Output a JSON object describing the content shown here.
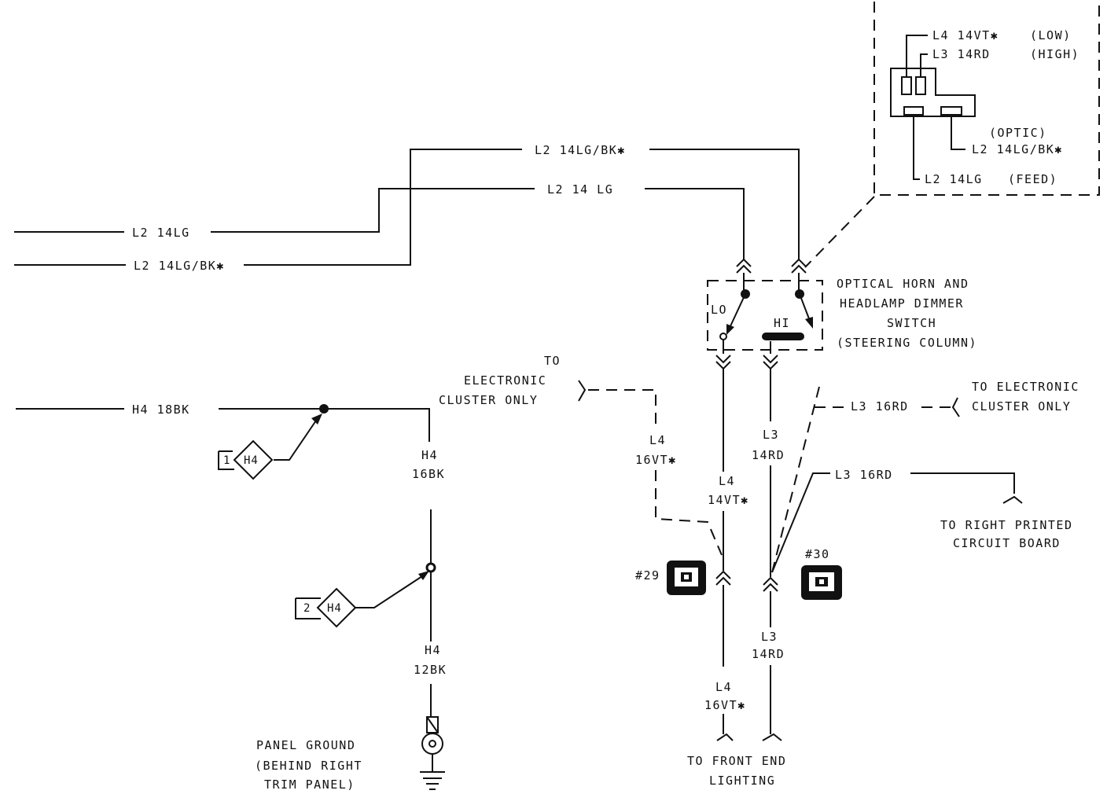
{
  "inset": {
    "pin_l4": "L4 14VT✱",
    "pin_l4_note": "(LOW)",
    "pin_l3": "L3 14RD",
    "pin_l3_note": "(HIGH)",
    "pin_optic_note": "(OPTIC)",
    "pin_l2bk": "L2 14LG/BK✱",
    "pin_l2": "L2 14LG",
    "pin_l2_note": "(FEED)"
  },
  "wires": {
    "top_l2bk": "L2 14LG/BK✱",
    "top_l2": "L2 14 LG",
    "left_l2": "L2 14LG",
    "left_l2bk": "L2 14LG/BK✱",
    "h4_18bk": "H4 18BK",
    "h4_16bk_a": "H4",
    "h4_16bk_b": "16BK",
    "h4_12bk_a": "H4",
    "h4_12bk_b": "12BK",
    "l4_16vt_a": "L4",
    "l4_16vt_b": "16VT✱",
    "l4_14vt_a": "L4",
    "l4_14vt_b": "14VT✱",
    "l3_14rd_a": "L3",
    "l3_14rd_b": "14RD",
    "l3_16rd_upper": "L3 16RD",
    "l3_16rd_lower": "L3 16RD",
    "l3_14rd_low_a": "L3",
    "l3_14rd_low_b": "14RD",
    "l4_16vt_low_a": "L4",
    "l4_16vt_low_b": "16VT✱"
  },
  "switch": {
    "label_line1": "OPTICAL HORN AND",
    "label_line2": "HEADLAMP DIMMER",
    "label_line3": "SWITCH",
    "label_line4": "(STEERING COLUMN)",
    "lo": "LO",
    "hi": "HI"
  },
  "notes": {
    "cluster_left_1": "TO",
    "cluster_left_2": "ELECTRONIC",
    "cluster_left_3": "CLUSTER ONLY",
    "cluster_right_1": "TO ELECTRONIC",
    "cluster_right_2": "CLUSTER ONLY",
    "pcb_1": "TO RIGHT PRINTED",
    "pcb_2": "CIRCUIT BOARD",
    "front_1": "TO FRONT END",
    "front_2": "LIGHTING",
    "ground_1": "PANEL GROUND",
    "ground_2": "(BEHIND RIGHT",
    "ground_3": "TRIM PANEL)"
  },
  "connectors": {
    "c29": "#29",
    "c30": "#30",
    "splice1_num": "1",
    "splice1_code": "H4",
    "splice2_num": "2",
    "splice2_code": "H4"
  }
}
